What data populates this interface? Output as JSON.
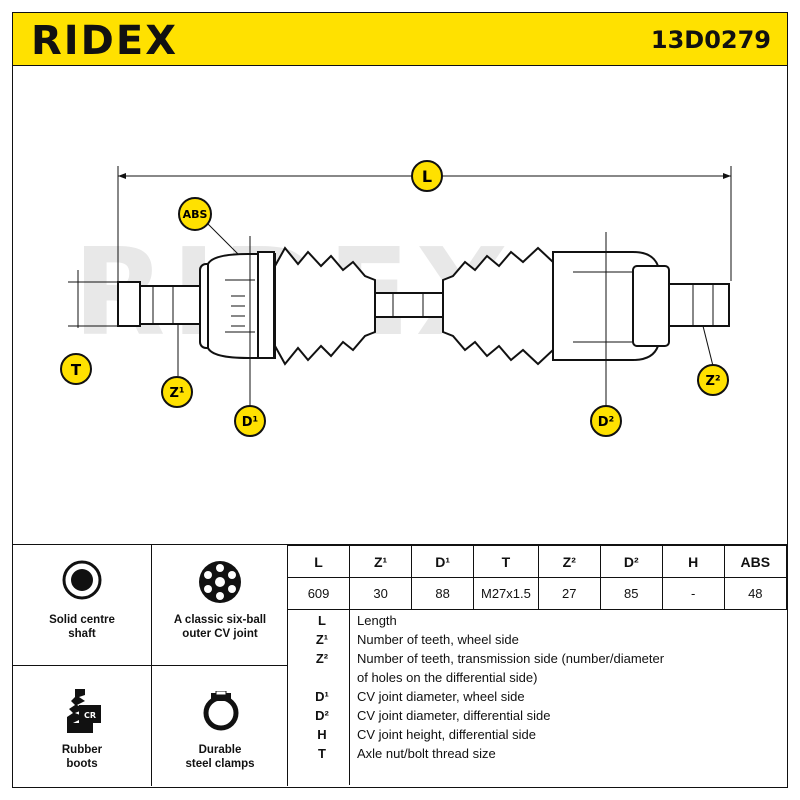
{
  "header": {
    "brand": "RIDEX",
    "part_number": "13D0279"
  },
  "drawing": {
    "watermark": "RIDEX",
    "labels": {
      "L": "L",
      "ABS": "ABS",
      "T": "T",
      "Z1": "Z¹",
      "D1": "D¹",
      "D2": "D²",
      "Z2": "Z²"
    }
  },
  "features": [
    {
      "label_line1": "Solid centre",
      "label_line2": "shaft",
      "icon": "solid-shaft-icon"
    },
    {
      "label_line1": "A classic six-ball",
      "label_line2": "outer CV joint",
      "icon": "six-ball-joint-icon"
    },
    {
      "label_line1": "Rubber",
      "label_line2": "boots",
      "icon": "rubber-boot-icon",
      "badge": "CR"
    },
    {
      "label_line1": "Durable",
      "label_line2": "steel clamps",
      "icon": "steel-clamp-icon"
    }
  ],
  "specs": {
    "headers": [
      "L",
      "Z¹",
      "D¹",
      "T",
      "Z²",
      "D²",
      "H",
      "ABS"
    ],
    "values": [
      "609",
      "30",
      "88",
      "M27x1.5",
      "27",
      "85",
      "-",
      "48"
    ]
  },
  "legend": [
    {
      "key": "L",
      "text": "Length"
    },
    {
      "key": "Z¹",
      "text": "Number of teeth, wheel side"
    },
    {
      "key": "Z²",
      "text": "Number of teeth, transmission side (number/diameter"
    },
    {
      "key": "",
      "text": "of holes on the differential side)"
    },
    {
      "key": "D¹",
      "text": "CV joint diameter, wheel side"
    },
    {
      "key": "D²",
      "text": "CV joint diameter, differential side"
    },
    {
      "key": "H",
      "text": "CV joint height, differential side"
    },
    {
      "key": "T",
      "text": "Axle nut/bolt thread size"
    }
  ],
  "colors": {
    "accent": "#ffe100",
    "ink": "#111111",
    "watermark": "#e6e6e6"
  }
}
